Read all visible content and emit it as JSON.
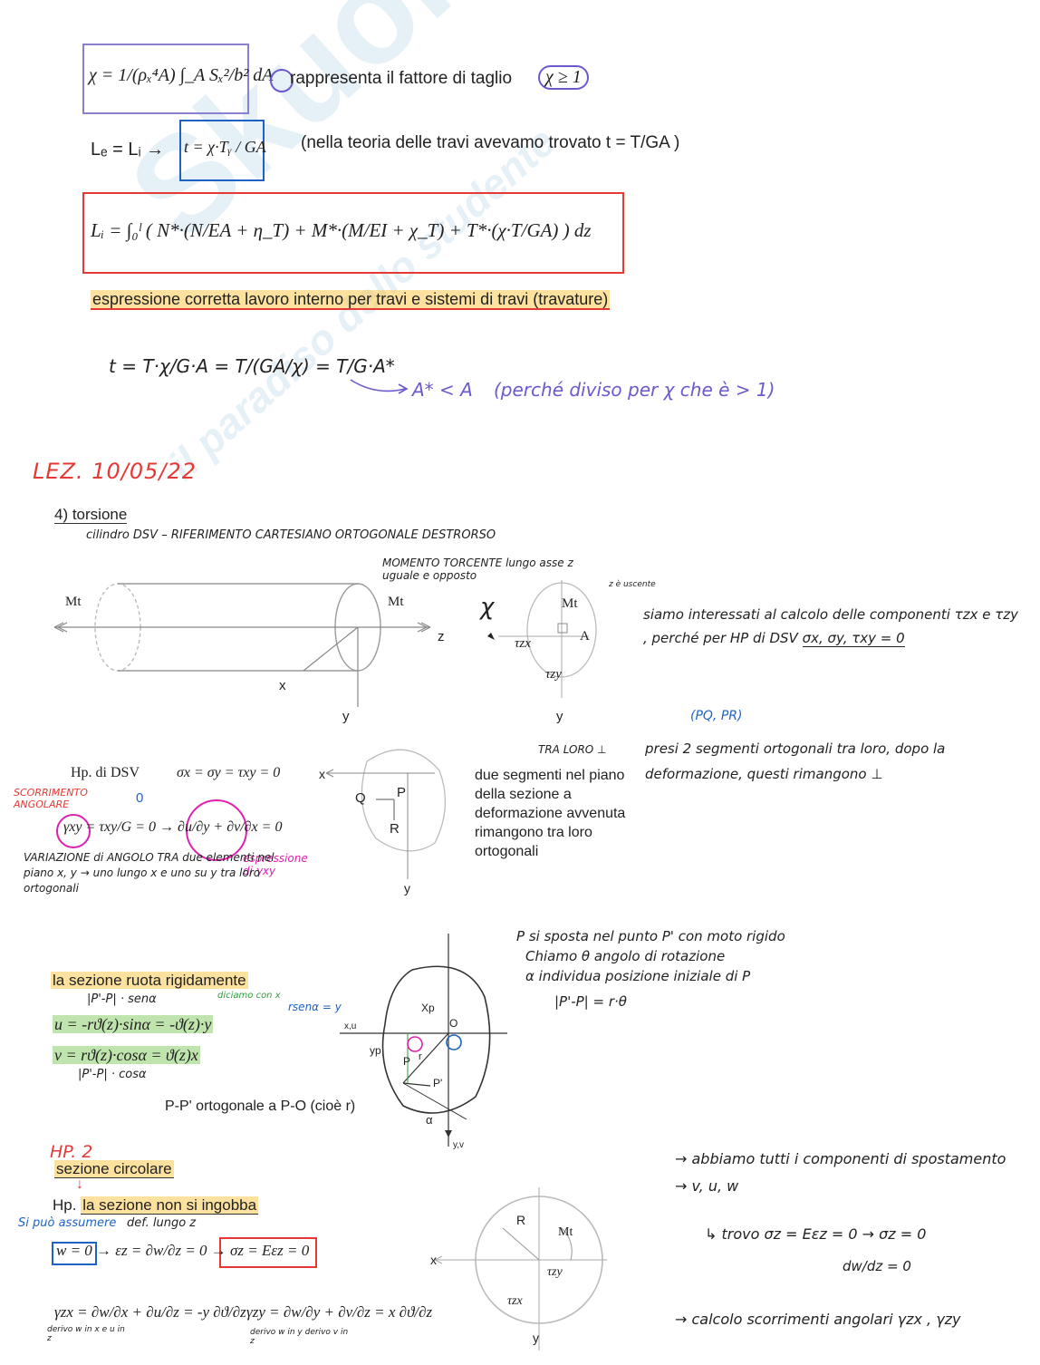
{
  "watermark": {
    "brand": "Skuola.net",
    "tagline": "il paradiso dello studente"
  },
  "top": {
    "chi_formula": "χ = 1/(ρₓ⁴A) ∫_A Sₓ²/b² dA",
    "chi_desc": "rappresenta il fattore di taglio",
    "chi_cond": "χ ≥ 1",
    "le_eq_li": "Lₑ = Lᵢ →",
    "t_formula": "t = χ·Tᵧ / GA",
    "beam_note": "(nella teoria delle travi avevamo trovato t = T/GA )",
    "li_formula": "Lᵢ = ∫₀ˡ ( N*·(N/EA + η_T) + M*·(M/EI + χ_T) + T*·(χ·T/GA) ) dz",
    "correct_expr": "espressione corretta lavoro interno per travi e sistemi di travi (travature)",
    "hand_t": "t = T·χ/G·A = T/(GA/χ) = T/G·A*",
    "hand_astar": "A* < A",
    "hand_astar_note": "(perché diviso per χ che è > 1)"
  },
  "lecture": {
    "title": "LEZ. 10/05/22"
  },
  "torsion": {
    "heading": "4) torsione",
    "subtitle": "cilindro DSV – RIFERIMENTO CARTESIANO ORTOGONALE DESTRORSO",
    "moment_note": "MOMENTO TORCENTE lungo asse z uguale e opposto",
    "z_uscente": "z è uscente",
    "labels": {
      "mt": "Mt",
      "z": "z",
      "x": "x",
      "y": "y",
      "a": "A",
      "tau_zx": "τzx",
      "tau_zy": "τzy",
      "chi": "χ"
    },
    "right_note1": "siamo interessati al calcolo delle componenti τzx e τzy , perché per HP di DSV",
    "right_note1_u": "σx, σy, τxy = 0"
  },
  "dsv": {
    "hp": "Hp. di DSV",
    "hp_eq": "σx = σy = τxy = 0",
    "scorrimento": "SCORRIMENTO ANGOLARE",
    "gamma_eq": "γxy = τxy/G = 0 → ∂u/∂y + ∂v/∂x = 0",
    "zero": "0",
    "espressione": "espressione di γxy",
    "variazione": "VARIAZIONE di ANGOLO TRA due elementi nel piano x, y → uno lungo x e uno su y tra loro ortogonali",
    "segment_text": "due segmenti nel piano della sezione a deformazione avvenuta rimangono tra loro ortogonali",
    "tra_loro": "TRA LORO ⊥",
    "pq_pr": "(PQ, PR)",
    "presi": "presi 2 segmenti ortogonali tra loro, dopo la deformazione, questi rimangono ⊥",
    "pts": {
      "q": "Q",
      "p": "P",
      "r": "R",
      "x": "x",
      "y": "y"
    }
  },
  "rotation": {
    "title": "la sezione ruota rigidamente",
    "pp_sin": "|P'-P| · senα",
    "u_eq": "u = -rϑ(z)·sinα = -ϑ(z)·y",
    "v_eq": "v = rϑ(z)·cosα = ϑ(z)x",
    "pp_cos": "|P'-P| · cosα",
    "diciamo": "diciamo con x",
    "rsen": "rsenα = y",
    "ortogonale": "P-P' ortogonale a P-O (cioè r)",
    "note1": "P si sposta nel punto P' con moto rigido",
    "note2": "Chiamo θ angolo di rotazione",
    "note3": "α individua posizione iniziale di P",
    "note4": "|P'-P| = r·θ",
    "fig": {
      "xp": "Xp",
      "yp": "yp",
      "o": "O",
      "r": "r",
      "xu": "x,u",
      "yv": "y,v",
      "alpha": "α",
      "pp": "P'",
      "p": "P"
    }
  },
  "hp2": {
    "hp": "HP. 2",
    "circ": "sezione circolare",
    "noingobba_pre": "Hp.",
    "noingobba": "la sezione non si ingobba",
    "si_puo": "Si può assumere",
    "def_z": "def. lungo z",
    "w_eq": "w = 0 → εz = ∂w/∂z = 0 → σz = Eεz = 0",
    "gzx": "γzx = ∂w/∂x + ∂u/∂z = -y ∂ϑ/∂z",
    "gzy": "γzy = ∂w/∂y + ∂v/∂z = x ∂ϑ/∂z",
    "deriv1": "derivo w in x e u in z",
    "deriv2": "derivo w in y derivo v in z",
    "abbiamo": "→ abbiamo tutti i componenti di spostamento → v, u, w",
    "trovo": "↳ trovo σz = Eεz = 0 → σz = 0",
    "dw": "dw/dz = 0",
    "calcolo": "→ calcolo scorrimenti angolari γzx , γzy",
    "fig": {
      "r": "R",
      "mt": "Mt",
      "x": "x",
      "y": "y",
      "tzy": "τzy",
      "tzx": "τzx"
    }
  }
}
